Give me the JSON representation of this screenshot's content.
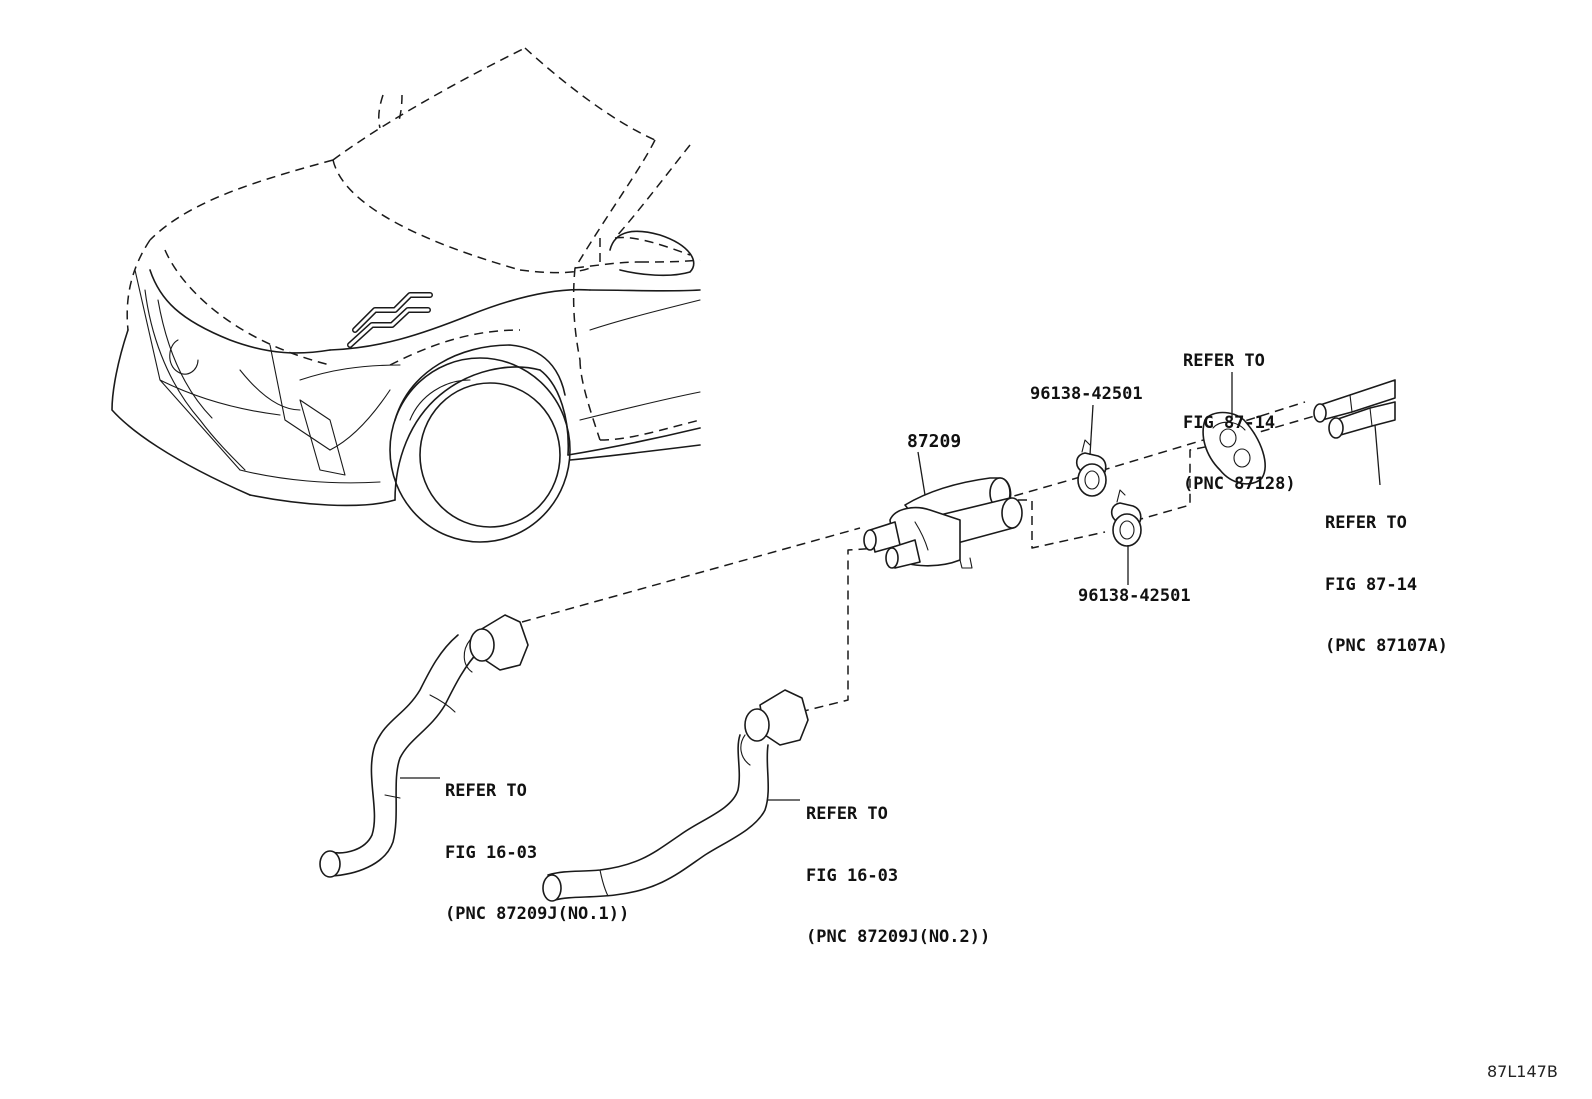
{
  "labels": {
    "part_87209": "87209",
    "clip_upper": "96138-42501",
    "clip_lower": "96138-42501",
    "ref_grommet": [
      "REFER TO",
      "FIG 87-14",
      "(PNC 87128)"
    ],
    "ref_pipes": [
      "REFER TO",
      "FIG 87-14",
      "(PNC 87107A)"
    ],
    "ref_hose_1": [
      "REFER TO",
      "FIG 16-03",
      "(PNC 87209J(NO.1))"
    ],
    "ref_hose_2": [
      "REFER TO",
      "FIG 16-03",
      "(PNC 87209J(NO.2))"
    ]
  },
  "figure_id": "87L147B"
}
